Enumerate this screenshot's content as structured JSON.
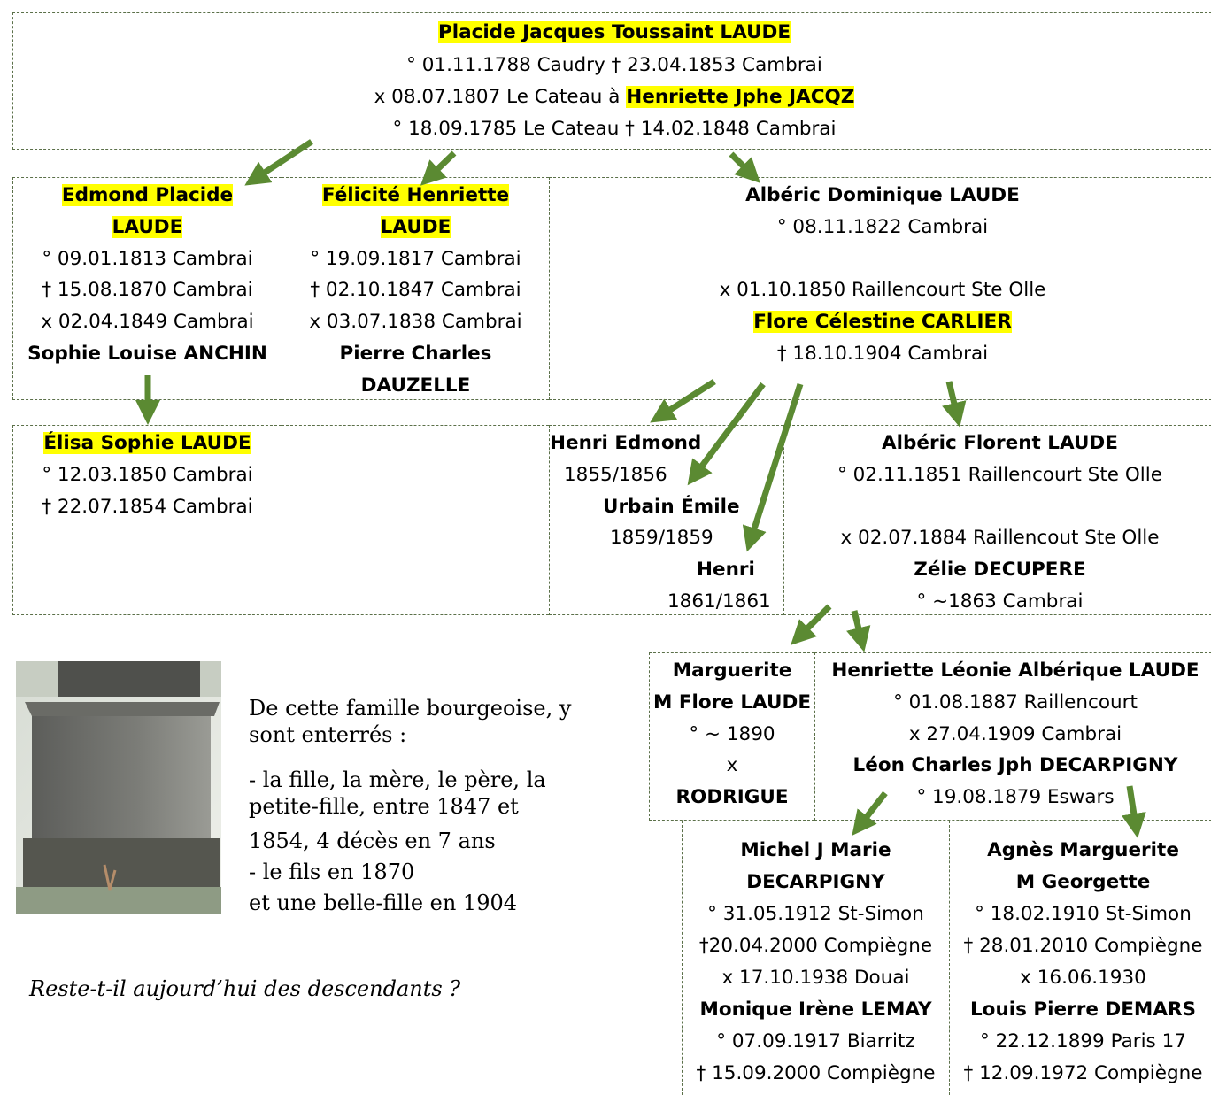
{
  "colors": {
    "highlight": "#ffff00",
    "arrow": "#5b8a32",
    "border": "#5b7049"
  },
  "root": {
    "name": "Placide Jacques Toussaint LAUDE",
    "birth_death": "° 01.11.1788 Caudry † 23.04.1853 Cambrai",
    "marriage_prefix": "x 08.07.1807 Le Cateau à ",
    "spouse": "Henriette Jphe JACQZ",
    "spouse_dates": "° 18.09.1785 Le Cateau † 14.02.1848 Cambrai"
  },
  "edmond": {
    "name_line1": "Edmond Placide",
    "name_line2": "LAUDE",
    "birth": "° 09.01.1813 Cambrai",
    "death": "† 15.08.1870 Cambrai",
    "marriage": "x 02.04.1849 Cambrai",
    "spouse": "Sophie Louise ANCHIN"
  },
  "felicite": {
    "name_line1": "Félicité Henriette",
    "name_line2": "LAUDE",
    "birth": "° 19.09.1817 Cambrai",
    "death": "† 02.10.1847 Cambrai",
    "marriage": "x 03.07.1838 Cambrai",
    "spouse_line1": "Pierre Charles",
    "spouse_line2": "DAUZELLE"
  },
  "alberic": {
    "name": "Albéric Dominique LAUDE",
    "birth": "° 08.11.1822 Cambrai",
    "marriage": "x 01.10.1850 Raillencourt Ste Olle",
    "spouse": "Flore Célestine CARLIER",
    "spouse_death": "† 18.10.1904 Cambrai"
  },
  "elisa": {
    "name": "Élisa Sophie LAUDE",
    "birth": "° 12.03.1850 Cambrai",
    "death": "† 22.07.1854 Cambrai"
  },
  "short_lived": {
    "henri_edmond": "Henri Edmond",
    "henri_edmond_dates": "1855/1856",
    "urbain": "Urbain Émile",
    "urbain_dates": "1859/1859",
    "henri": "Henri",
    "henri_dates": "1861/1861"
  },
  "alberic_florent": {
    "name": "Albéric Florent LAUDE",
    "birth": "° 02.11.1851 Raillencourt Ste Olle",
    "marriage": "x 02.07.1884 Raillencout Ste Olle",
    "spouse": "Zélie DECUPERE",
    "spouse_birth": "° ~1863 Cambrai"
  },
  "marguerite": {
    "name_line1": "Marguerite",
    "name_line2": "M Flore LAUDE",
    "birth": "° ~ 1890",
    "marriage": "x",
    "spouse": "RODRIGUE"
  },
  "henriette": {
    "name": "Henriette Léonie Albérique LAUDE",
    "birth": "° 01.08.1887 Raillencourt",
    "marriage": "x 27.04.1909 Cambrai",
    "spouse": "Léon Charles Jph DECARPIGNY",
    "spouse_birth": "° 19.08.1879 Eswars"
  },
  "michel": {
    "name_line1": "Michel J Marie",
    "name_line2": "DECARPIGNY",
    "birth": "° 31.05.1912 St-Simon",
    "death": "†20.04.2000 Compiègne",
    "marriage": "x 17.10.1938 Douai",
    "spouse": "Monique Irène LEMAY",
    "spouse_birth": "° 07.09.1917 Biarritz",
    "spouse_death": "† 15.09.2000 Compiègne"
  },
  "agnes": {
    "name_line1": "Agnès Marguerite",
    "name_line2": "M Georgette",
    "birth": "° 18.02.1910 St-Simon",
    "death": "† 28.01.2010 Compiègne",
    "marriage": "x 16.06.1930",
    "spouse": "Louis Pierre DEMARS",
    "spouse_birth": "° 22.12.1899 Paris 17",
    "spouse_death": "† 12.09.1972 Compiègne"
  },
  "notes": {
    "intro_line1": "De cette famille bourgeoise, y",
    "intro_line2": "sont enterrés :",
    "list_line1": "- la fille, la mère, le père, la",
    "list_line2": "petite-fille, entre 1847 et",
    "list_line3": "1854, 4 décès en 7 ans",
    "list_line4": "- le fils en 1870",
    "list_line5": "et une belle-fille en 1904",
    "question": "Reste-t-il aujourd’hui des descendants ?"
  }
}
